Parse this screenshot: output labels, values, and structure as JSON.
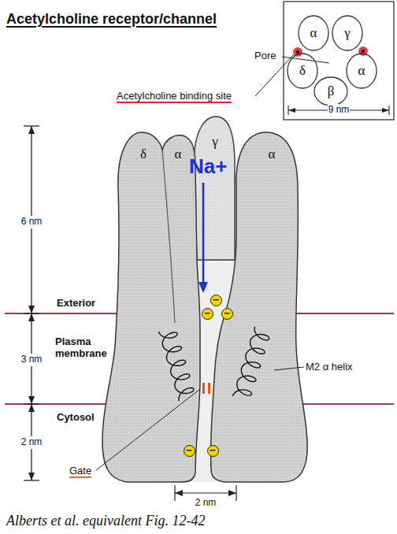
{
  "diagram": {
    "title": "Acetylcholine receptor/channel",
    "caption": "Alberts et al. equivalent Fig. 12-42",
    "nodes": [
      {
        "text": [
          "α"
        ]
      },
      {
        "text": [
          "γ"
        ]
      },
      {
        "text": [
          "δ"
        ]
      },
      {
        "text": [
          "α"
        ]
      },
      {
        "text": [
          "β"
        ]
      }
    ],
    "labels": [
      "Acetylcholine binding site",
      "Pore",
      "9 nm",
      "Na+",
      "δ",
      "α",
      "γ",
      "α",
      "6 nm",
      "Exterior",
      "−",
      "−",
      "−",
      "Plasma membrane",
      "3 nm",
      "M2 α helix",
      "Cytosol",
      "2 nm",
      "−",
      "−",
      "Gate",
      "2 nm"
    ]
  }
}
